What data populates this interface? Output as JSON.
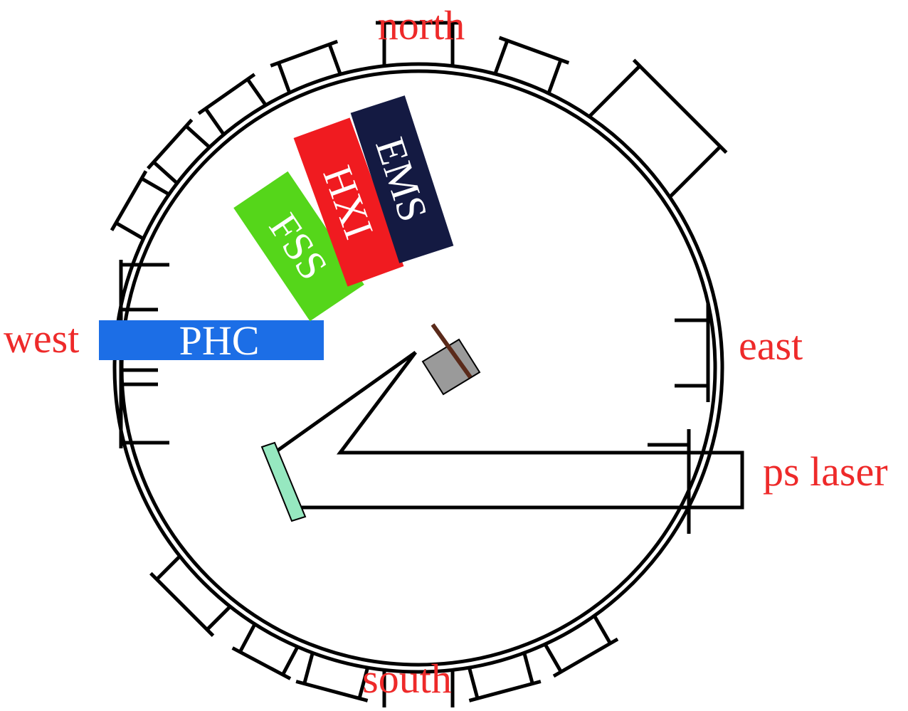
{
  "directions": {
    "north": "north",
    "south": "south",
    "east": "east",
    "west": "west"
  },
  "laser_label": "ps laser",
  "instruments": {
    "phc": "PHC",
    "fss": "FSS",
    "hxi": "HXI",
    "ems": "EMS"
  },
  "colors": {
    "label_red": "#ee2a2a",
    "phc": "#1c6ee6",
    "fss": "#55d61a",
    "hxi": "#f01b20",
    "ems": "#141a42",
    "mirror": "#96e8c0",
    "target_block": "#9a9a9a",
    "target_foil": "#5a2a1a",
    "line": "#000000",
    "instrument_text": "#ffffff"
  }
}
